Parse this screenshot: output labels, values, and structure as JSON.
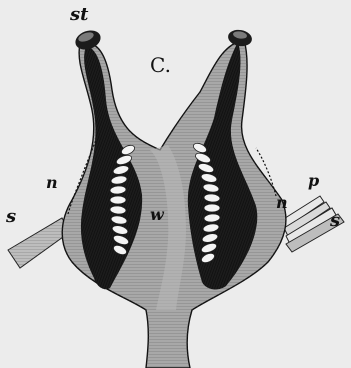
{
  "figure": {
    "letter": "C.",
    "labels": {
      "stigma": "st",
      "nectary_left": "n",
      "nectary_right": "n",
      "axis": "w",
      "petal": "p",
      "sepal_left": "s",
      "sepal_right": "s"
    }
  },
  "colors": {
    "paper": "#ececec",
    "ink": "#111111",
    "tissue_light": "#a8a8a8",
    "tissue_mid": "#6e6e6e",
    "tissue_dark": "#1c1c1c",
    "ovule": "#f4f4f4"
  }
}
